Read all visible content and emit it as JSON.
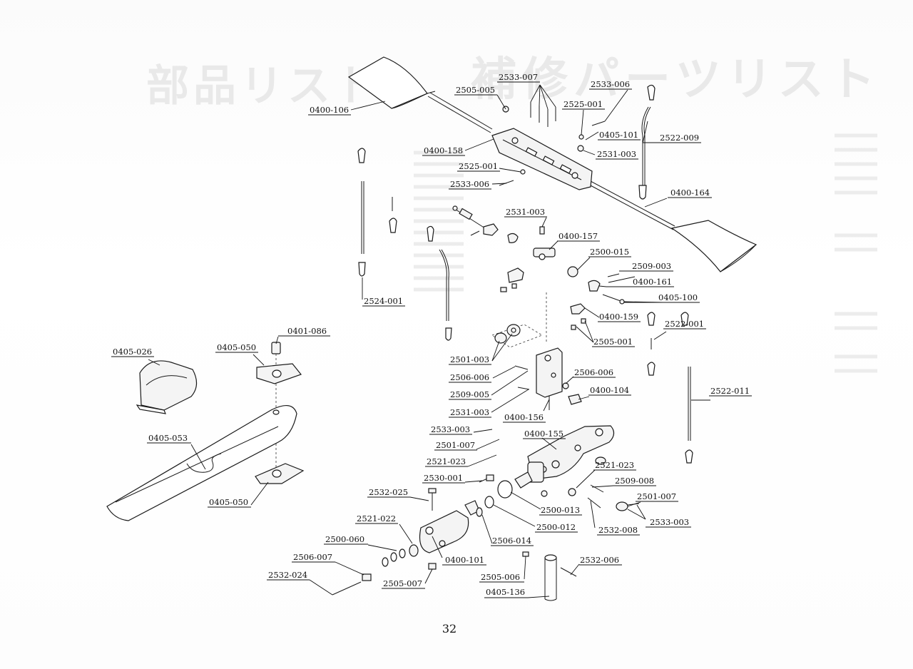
{
  "page_number": "32",
  "ghost_header": {
    "left_text": "部品リスト",
    "right_text": "補修パーツリスト"
  },
  "diagram": {
    "labels": [
      {
        "id": "0400-106",
        "text": "0400-106"
      },
      {
        "id": "2505-005",
        "text": "2505-005"
      },
      {
        "id": "2533-007",
        "text": "2533-007"
      },
      {
        "id": "2533-006-top",
        "text": "2533-006"
      },
      {
        "id": "2525-001-top",
        "text": "2525-001"
      },
      {
        "id": "0405-101",
        "text": "0405-101"
      },
      {
        "id": "2522-009",
        "text": "2522-009"
      },
      {
        "id": "0400-158",
        "text": "0400-158"
      },
      {
        "id": "2531-003-top",
        "text": "2531-003"
      },
      {
        "id": "2525-001-mid",
        "text": "2525-001"
      },
      {
        "id": "2533-006-mid",
        "text": "2533-006"
      },
      {
        "id": "0400-164",
        "text": "0400-164"
      },
      {
        "id": "2531-003-mid",
        "text": "2531-003"
      },
      {
        "id": "0400-157",
        "text": "0400-157"
      },
      {
        "id": "2500-015",
        "text": "2500-015"
      },
      {
        "id": "2509-003",
        "text": "2509-003"
      },
      {
        "id": "0400-161",
        "text": "0400-161"
      },
      {
        "id": "0405-100",
        "text": "0405-100"
      },
      {
        "id": "2524-001",
        "text": "2524-001"
      },
      {
        "id": "0400-159",
        "text": "0400-159"
      },
      {
        "id": "2522-001",
        "text": "2522-001"
      },
      {
        "id": "0401-086",
        "text": "0401-086"
      },
      {
        "id": "2505-001",
        "text": "2505-001"
      },
      {
        "id": "0405-026",
        "text": "0405-026"
      },
      {
        "id": "0405-050-top",
        "text": "0405-050"
      },
      {
        "id": "2501-003",
        "text": "2501-003"
      },
      {
        "id": "2506-006-left",
        "text": "2506-006"
      },
      {
        "id": "2506-006-right",
        "text": "2506-006"
      },
      {
        "id": "2509-005",
        "text": "2509-005"
      },
      {
        "id": "2522-011",
        "text": "2522-011"
      },
      {
        "id": "0400-104",
        "text": "0400-104"
      },
      {
        "id": "2531-003-low",
        "text": "2531-003"
      },
      {
        "id": "0400-156",
        "text": "0400-156"
      },
      {
        "id": "0405-053",
        "text": "0405-053"
      },
      {
        "id": "2533-003-left",
        "text": "2533-003"
      },
      {
        "id": "0400-155",
        "text": "0400-155"
      },
      {
        "id": "2501-007-left",
        "text": "2501-007"
      },
      {
        "id": "2521-023-left",
        "text": "2521-023"
      },
      {
        "id": "2521-023-right",
        "text": "2521-023"
      },
      {
        "id": "2530-001",
        "text": "2530-001"
      },
      {
        "id": "2509-008",
        "text": "2509-008"
      },
      {
        "id": "0405-050-bottom",
        "text": "0405-050"
      },
      {
        "id": "2532-025",
        "text": "2532-025"
      },
      {
        "id": "2501-007-right",
        "text": "2501-007"
      },
      {
        "id": "2500-013",
        "text": "2500-013"
      },
      {
        "id": "2521-022",
        "text": "2521-022"
      },
      {
        "id": "2533-003-right",
        "text": "2533-003"
      },
      {
        "id": "2500-012",
        "text": "2500-012"
      },
      {
        "id": "2532-008",
        "text": "2532-008"
      },
      {
        "id": "2500-060",
        "text": "2500-060"
      },
      {
        "id": "2506-014",
        "text": "2506-014"
      },
      {
        "id": "2506-007",
        "text": "2506-007"
      },
      {
        "id": "0400-101",
        "text": "0400-101"
      },
      {
        "id": "2532-006",
        "text": "2532-006"
      },
      {
        "id": "2532-024",
        "text": "2532-024"
      },
      {
        "id": "2505-006",
        "text": "2505-006"
      },
      {
        "id": "2505-007",
        "text": "2505-007"
      },
      {
        "id": "0405-136",
        "text": "0405-136"
      }
    ]
  }
}
